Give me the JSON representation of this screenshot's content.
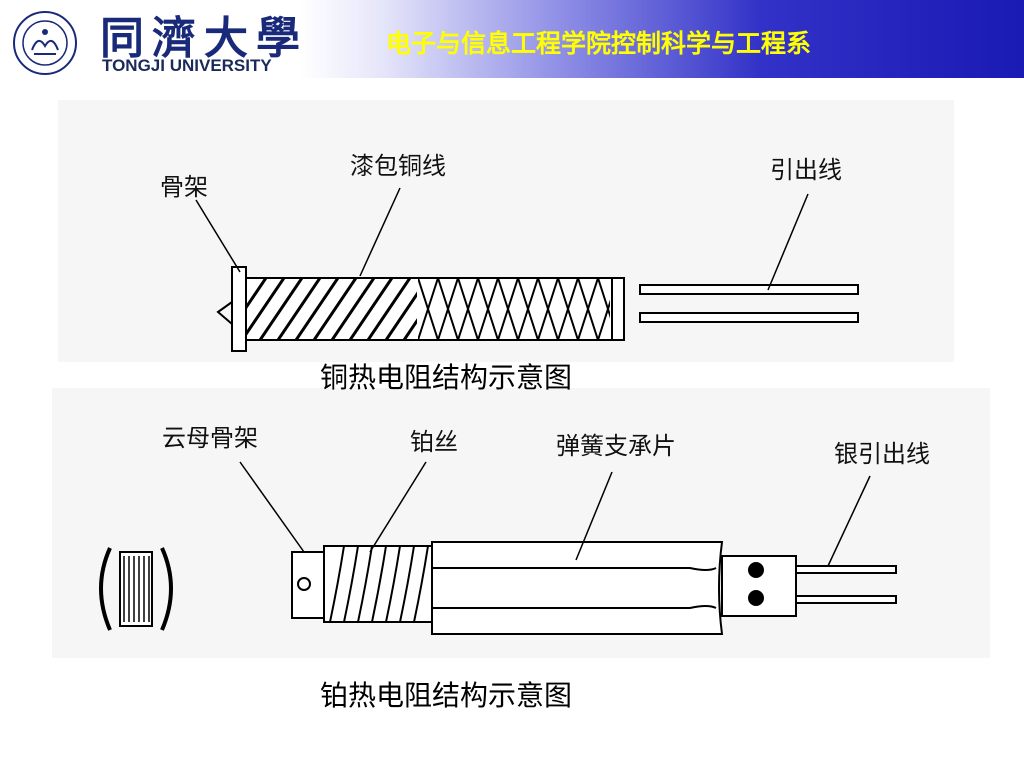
{
  "header": {
    "university_cn": "同濟大學",
    "university_en": "TONGJI UNIVERSITY",
    "department": "电子与信息工程学院控制科学与工程系",
    "accent_color": "#ffff00",
    "seal_icon": "university-seal-icon"
  },
  "copper_diagram": {
    "labels": {
      "frame": "骨架",
      "wire": "漆包铜线",
      "lead": "引出线"
    },
    "caption": "铜热电阻结构示意图"
  },
  "platinum_diagram": {
    "labels": {
      "mica_frame": "云母骨架",
      "pt_wire": "铂丝",
      "spring": "弹簧支承片",
      "silver_lead": "银引出线"
    },
    "caption": "铂热电阻结构示意图"
  }
}
